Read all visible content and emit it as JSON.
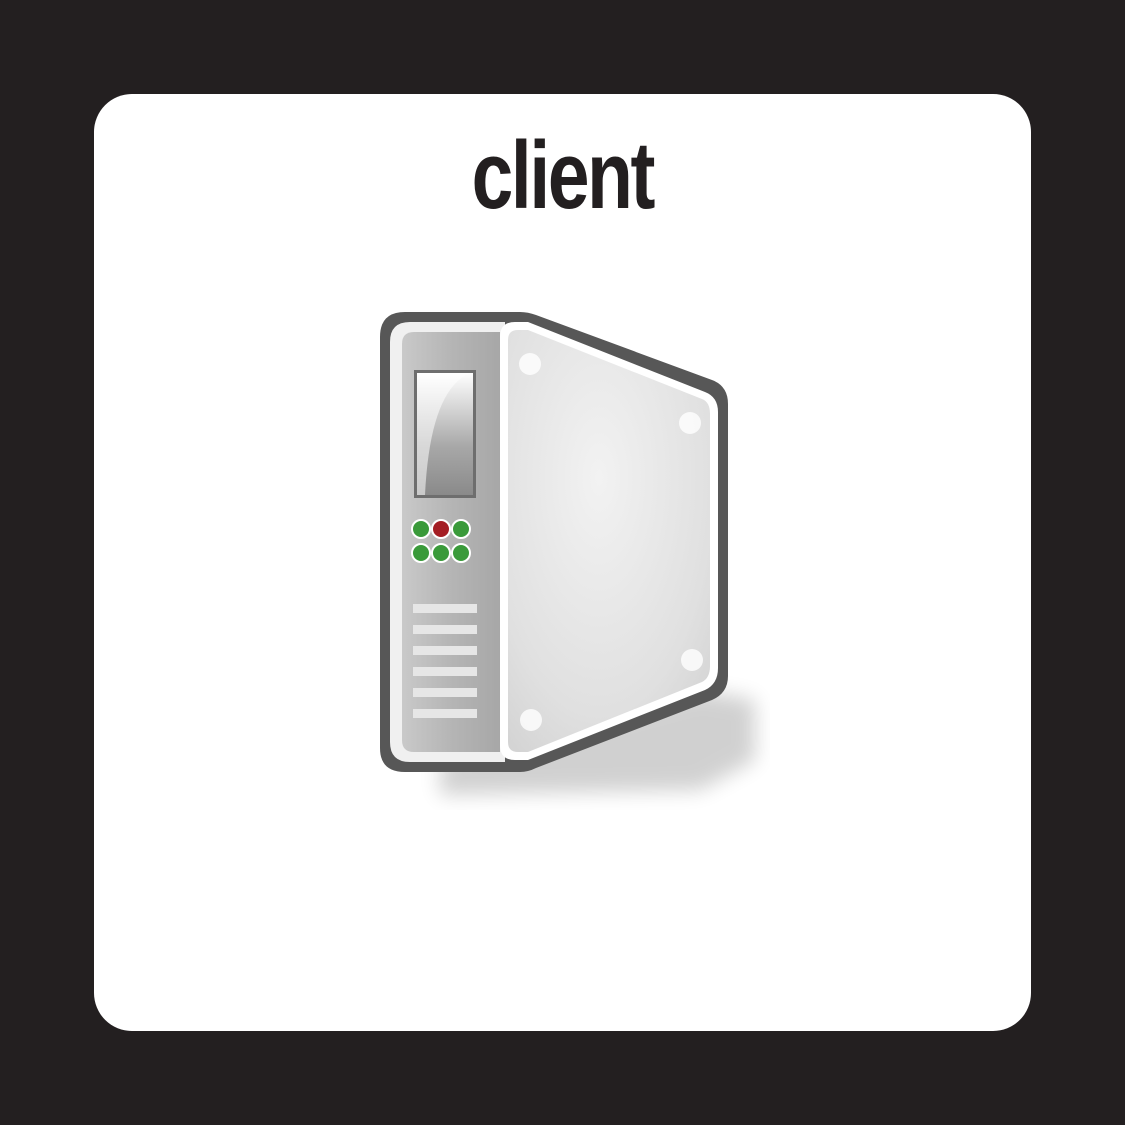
{
  "card": {
    "title": "client"
  },
  "icon": {
    "name": "server-icon",
    "leds": [
      "green",
      "red",
      "green",
      "green",
      "green",
      "green"
    ]
  },
  "colors": {
    "background": "#231f20",
    "card": "#ffffff",
    "text": "#231f20",
    "led_green": "#3a9a3a",
    "led_red": "#a41e24"
  }
}
